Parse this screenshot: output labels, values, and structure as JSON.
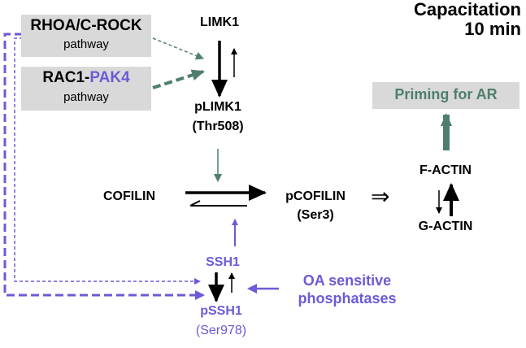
{
  "header": {
    "title_line1": "Capacitation",
    "title_line2": "10 min"
  },
  "pathways": {
    "rhoa": {
      "line1": "RHOA/C-ROCK",
      "line2": "pathway"
    },
    "rac1": {
      "line1_a": "RAC1-",
      "line1_b": "PAK4",
      "line2": "pathway"
    }
  },
  "nodes": {
    "limk1": "LIMK1",
    "plimk1": "pLIMK1",
    "plimk1_site": "(Thr508)",
    "cofilin": "COFILIN",
    "pcofilin": "pCOFILIN",
    "pcofilin_site": "(Ser3)",
    "implies": "⇒",
    "f_actin": "F-ACTIN",
    "g_actin": "G-ACTIN",
    "priming": "Priming for AR",
    "ssh1": "SSH1",
    "pssh1": "pSSH1",
    "pssh1_site": "(Ser978)",
    "oa_line1": "OA sensitive",
    "oa_line2": "phosphatases"
  },
  "colors": {
    "black": "#000000",
    "purple": "#6b5bd6",
    "green": "#4f7f6c",
    "box_gray": "#d9d9d9"
  }
}
